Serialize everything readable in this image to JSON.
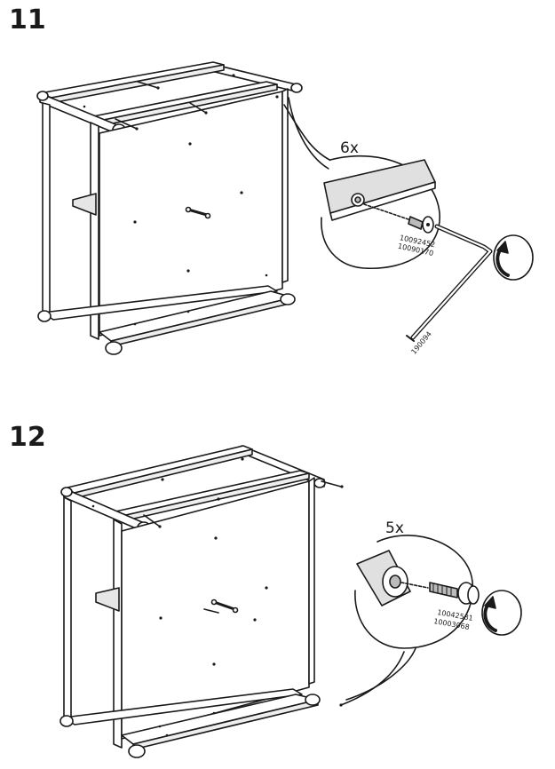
{
  "steps": [
    {
      "number": "11",
      "quantity": "6x",
      "part_numbers": [
        "10092452",
        "10090170"
      ],
      "tool_number": "190094"
    },
    {
      "number": "12",
      "quantity": "5x",
      "part_numbers": [
        "10042581",
        "10003068"
      ]
    }
  ],
  "colors": {
    "line": "#1a1a1a",
    "shade": "#d9d9d9",
    "panel": "#ffffff"
  },
  "icons": [
    "allen-key-icon",
    "rotate-clockwise-icon",
    "screw-icon",
    "adjustable-foot-icon"
  ]
}
